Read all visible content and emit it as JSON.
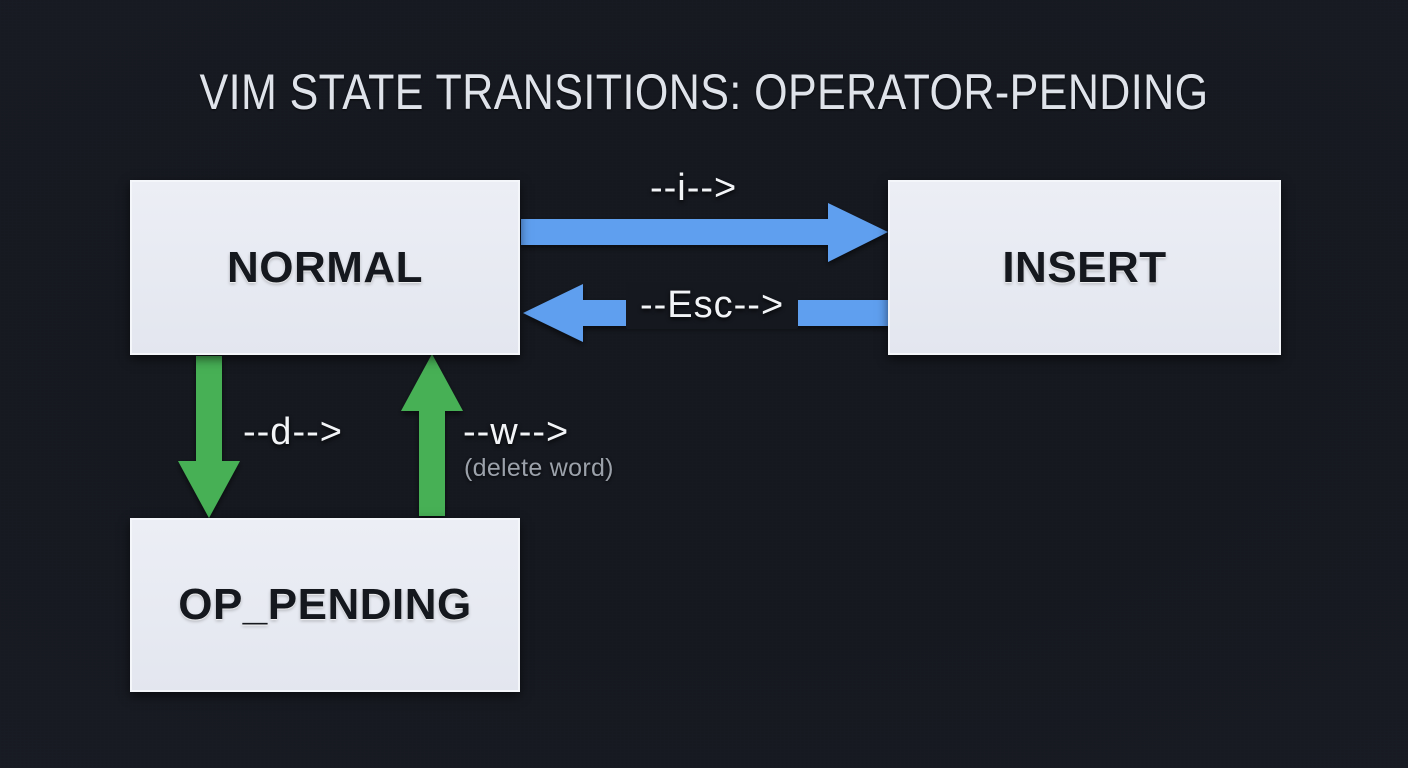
{
  "title": "VIM STATE TRANSITIONS: OPERATOR-PENDING",
  "colors": {
    "background": "#15181f",
    "box_fill": "#e8ebf2",
    "box_border": "#5d646f",
    "box_text": "#15181e",
    "arrow_blue": "#5f9fef",
    "arrow_green": "#46b055",
    "label_text": "#f2f4f7",
    "sublabel_text": "#9ba1aa",
    "title_text": "#dfe3ea"
  },
  "states": [
    {
      "id": "normal",
      "label": "NORMAL"
    },
    {
      "id": "insert",
      "label": "INSERT"
    },
    {
      "id": "op_pending",
      "label": "OP_PENDING"
    }
  ],
  "transitions": [
    {
      "id": "normal-to-insert",
      "from": "NORMAL",
      "to": "INSERT",
      "label": "--i-->",
      "sublabel": "",
      "color": "#5f9fef",
      "direction": "right"
    },
    {
      "id": "insert-to-normal",
      "from": "INSERT",
      "to": "NORMAL",
      "label": "--Esc-->",
      "sublabel": "",
      "color": "#5f9fef",
      "direction": "left"
    },
    {
      "id": "normal-to-oppending",
      "from": "NORMAL",
      "to": "OP_PENDING",
      "label": "--d-->",
      "sublabel": "",
      "color": "#46b055",
      "direction": "down"
    },
    {
      "id": "oppending-to-normal",
      "from": "OP_PENDING",
      "to": "NORMAL",
      "label": "--w-->",
      "sublabel": "(delete word)",
      "color": "#46b055",
      "direction": "up"
    }
  ]
}
